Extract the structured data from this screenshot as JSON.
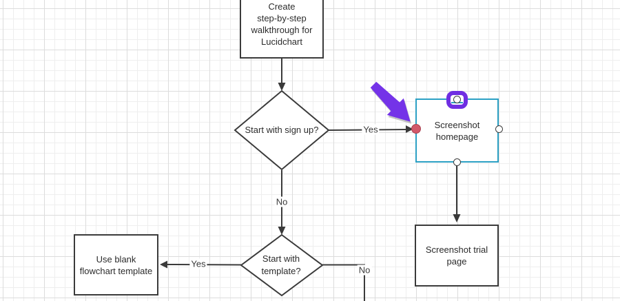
{
  "canvas": {
    "background": "#ffffff",
    "grid_minor_color": "#eeeeee",
    "grid_major_color": "#dcdcdc"
  },
  "flowchart": {
    "nodes": {
      "create_walkthrough": {
        "type": "process",
        "label": "Create\nstep-by-step\nwalkthrough for\nLucidchart"
      },
      "start_with_signup": {
        "type": "decision",
        "label": "Start with sign up?"
      },
      "screenshot_homepage": {
        "type": "process",
        "label": "Screenshot\nhomepage",
        "selected": true
      },
      "screenshot_trial": {
        "type": "process",
        "label": "Screenshot trial\npage"
      },
      "start_with_template": {
        "type": "decision",
        "label": "Start with\ntemplate?"
      },
      "use_blank_template": {
        "type": "process",
        "label": "Use blank\nflowchart template"
      }
    },
    "edge_labels": {
      "signup_yes": "Yes",
      "signup_no": "No",
      "template_yes": "Yes",
      "template_no": "No"
    },
    "shape_stroke_color": "#3a3a3a"
  },
  "selection": {
    "border_color": "#2ba0c4",
    "rotation_ring_color": "#6f2ee2",
    "connection_point_color": "#d2586a",
    "handle_fill": "#ffffff"
  },
  "cursor": {
    "icon": "mouse-arrow-icon",
    "color": "#7433e8",
    "shadow": "rgba(90,90,90,0.4)"
  }
}
